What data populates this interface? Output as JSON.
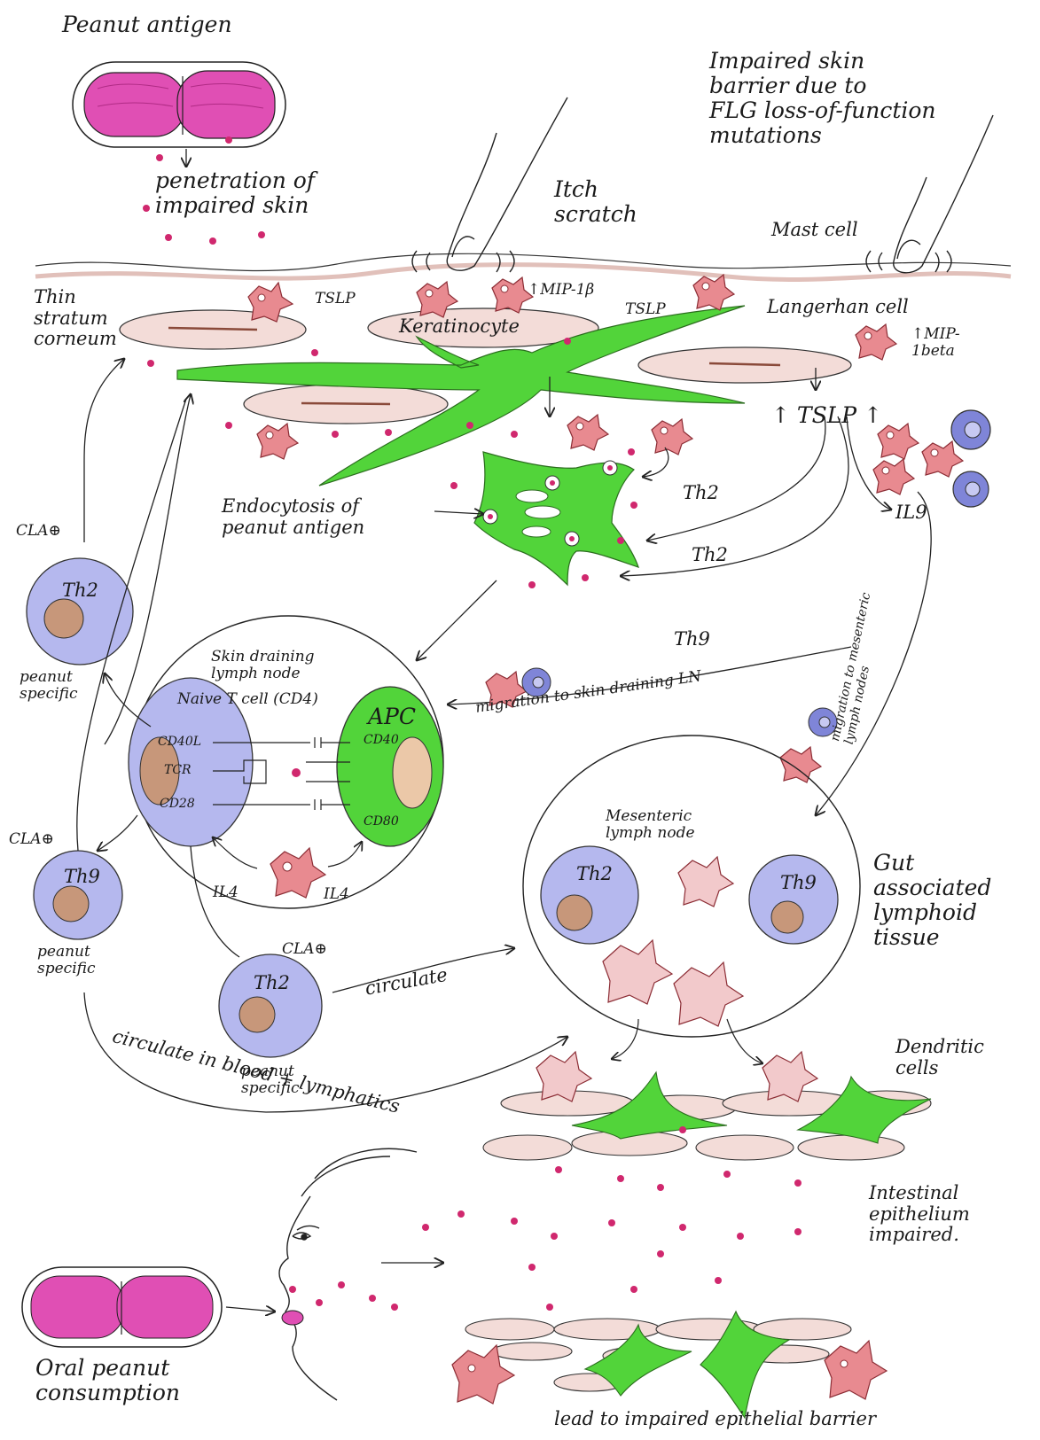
{
  "labels": {
    "peanut_antigen": "Peanut antigen",
    "penetration": "penetration of\nimpaired skin",
    "itch_scratch": "Itch\nscratch",
    "impaired_barrier": "Impaired skin\nbarrier due to\nFLG loss-of-function\nmutations",
    "mast_cell": "Mast cell",
    "tslp_left": "TSLP",
    "keratinocyte": "Keratinocyte",
    "mip1b_top": "↑MIP-1β",
    "tslp_mid": "TSLP",
    "langerhan": "Langerhan cell",
    "mip1beta_right": "↑MIP-\n1beta",
    "thin_sc": "Thin\nstratum\ncorneum",
    "tslp_up": "↑ TSLP ↑",
    "th2_a": "Th2",
    "th2_b": "Th2",
    "il9": "IL9",
    "th9_top": "Th9",
    "endocytosis": "Endocytosis of\npeanut antigen",
    "cla_plus_1": "CLA⊕",
    "cla_plus_2": "CLA⊕",
    "cla_plus_3": "CLA⊕",
    "th2_cell_label": "Th2",
    "peanut_specific_1": "peanut\nspecific",
    "skin_draining": "Skin draining\nlymph node",
    "naive_tcell": "Naive T cell (CD4)",
    "apc": "APC",
    "cd40l": "CD40L",
    "tcr": "TCR",
    "cd28": "CD28",
    "cd40": "CD40",
    "cd80": "CD80",
    "il4_left": "IL4",
    "il4_right": "IL4",
    "migration_skin": "migration to skin draining LN",
    "migration_mes": "migration to mesenteric\nlymph nodes",
    "th9_cell_label": "Th9",
    "peanut_specific_2": "peanut\nspecific",
    "th2_bottom_label": "Th2",
    "peanut_specific_3": "peanut\nspecific",
    "circulate": "circulate",
    "circulate_blood": "circulate in blood + lymphatics",
    "mesenteric": "Mesenteric\nlymph node",
    "mes_th2": "Th2",
    "mes_th9": "Th9",
    "galt": "Gut\nassociated\nlymphoid\ntissue",
    "dendritic": "Dendritic\ncells",
    "intestinal": "Intestinal\nepithelium\nimpaired.",
    "oral": "Oral peanut\nconsumption",
    "lead_to": "lead to impaired epithelial barrier"
  },
  "colors": {
    "peanut": "#e04fb4",
    "langerhans": "#52d43a",
    "th_cell": "#9ea3e8",
    "nucleus": "#c7977a",
    "mast": "#e26a72",
    "dot": "#d0286e",
    "kerat": "#d9a79c"
  }
}
